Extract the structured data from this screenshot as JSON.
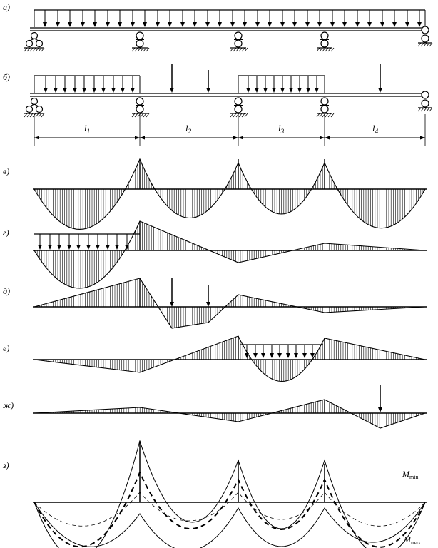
{
  "panel_labels": {
    "a": "а)",
    "b": "б)",
    "v": "в)",
    "g": "г)",
    "d": "д)",
    "e": "е)",
    "zh": "ж)",
    "z": "з)"
  },
  "spans": [
    {
      "base": "l",
      "sub": "1"
    },
    {
      "base": "l",
      "sub": "2"
    },
    {
      "base": "l",
      "sub": "3"
    },
    {
      "base": "l",
      "sub": "4"
    }
  ],
  "envelope_labels": {
    "min": {
      "base": "M",
      "sub": "min"
    },
    "max": {
      "base": "M",
      "sub": "max"
    }
  }
}
